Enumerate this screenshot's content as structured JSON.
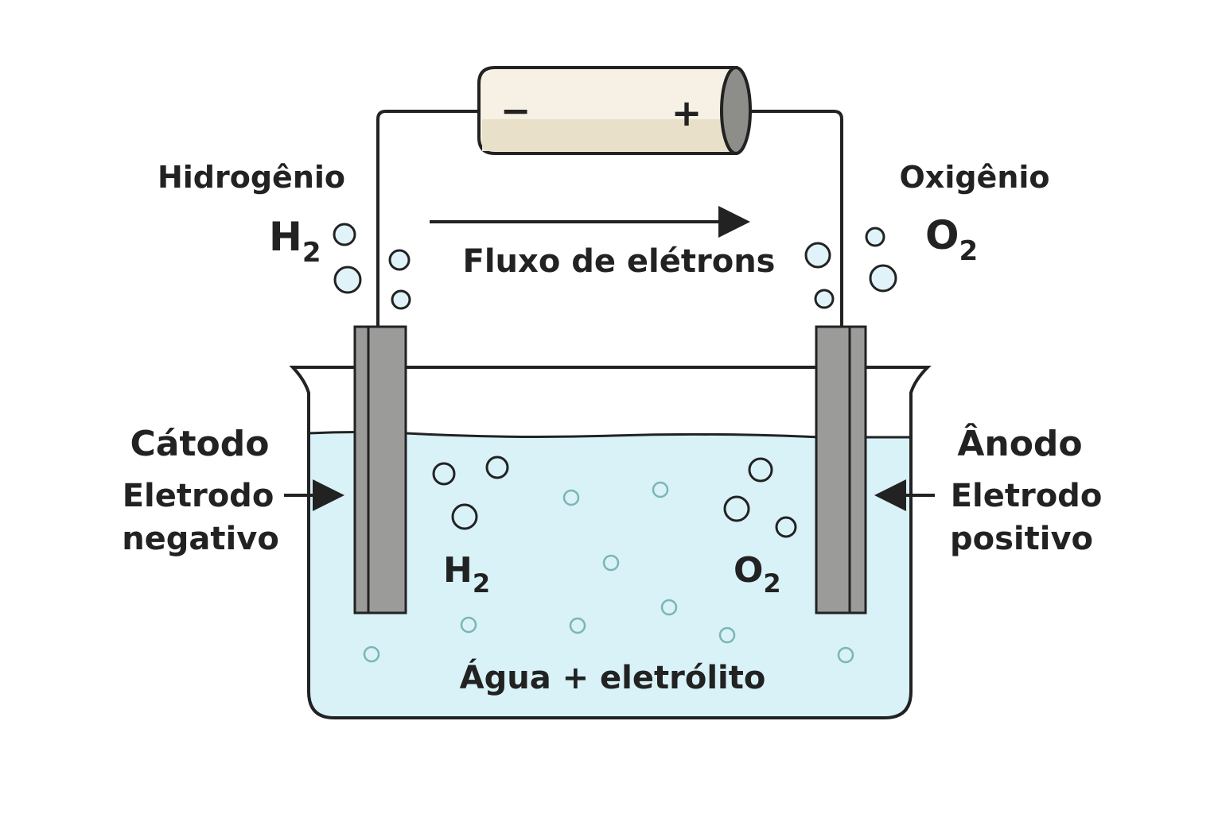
{
  "battery": {
    "negative_sign": "−",
    "positive_sign": "+"
  },
  "top_labels": {
    "hydrogen": "Hidrogênio",
    "oxygen": "Oxigênio",
    "h2_main": "H",
    "h2_sub": "2",
    "o2_main": "O",
    "o2_sub": "2"
  },
  "electron_flow": {
    "label": "Fluxo de elétrons"
  },
  "cathode": {
    "title": "Cátodo",
    "line1": "Eletrodo",
    "line2": "negativo"
  },
  "anode": {
    "title": "Ânodo",
    "line1": "Eletrodo",
    "line2": "positivo"
  },
  "liquid": {
    "h2_main": "H",
    "h2_sub": "2",
    "o2_main": "O",
    "o2_sub": "2",
    "label": "Água + eletrólito"
  },
  "colors": {
    "water": "#d8f2f7",
    "electrode": "#9b9c99",
    "electrode_dark": "#7d7e7b",
    "battery_body": "#f6f1e4",
    "battery_cap": "#8d8d8a",
    "outline": "#222222",
    "bubble_fill": "#dff3f8",
    "bubble_small": "#7bb5b8"
  }
}
